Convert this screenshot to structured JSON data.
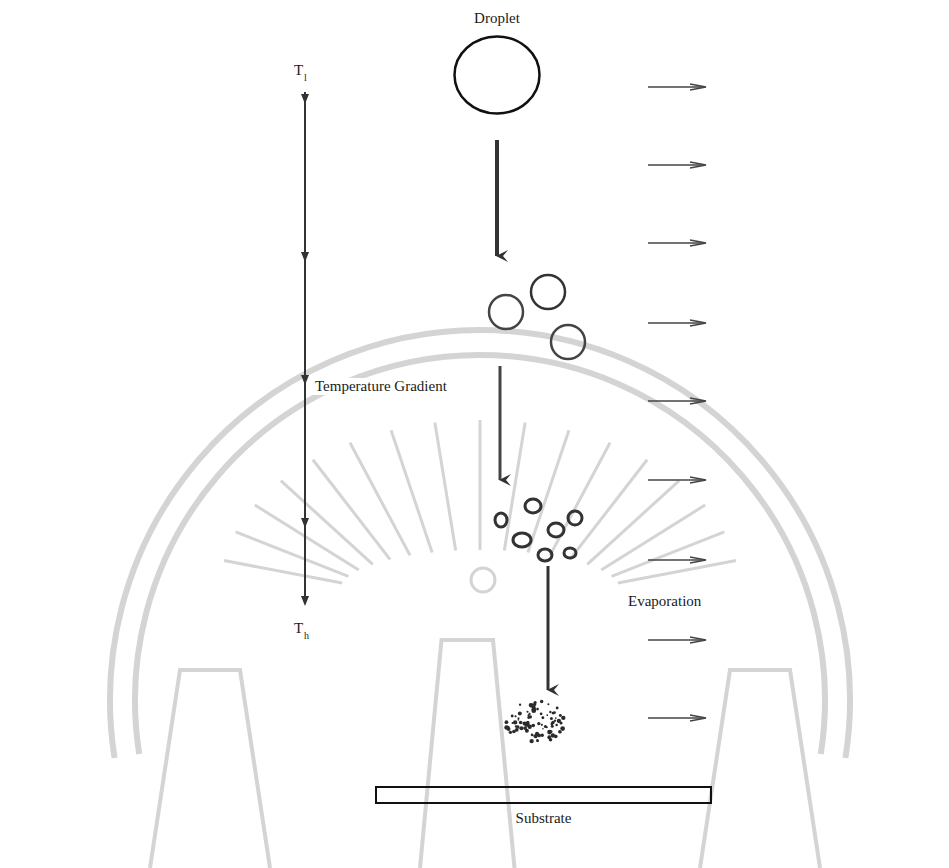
{
  "diagram": {
    "nodes": [
      {
        "text": [
          "Droplet"
        ]
      },
      {
        "text": [
          "Substrate"
        ]
      }
    ],
    "labels": [
      "T",
      "l",
      "Temperature Gradient",
      "T",
      "h",
      "Evaporation"
    ]
  }
}
